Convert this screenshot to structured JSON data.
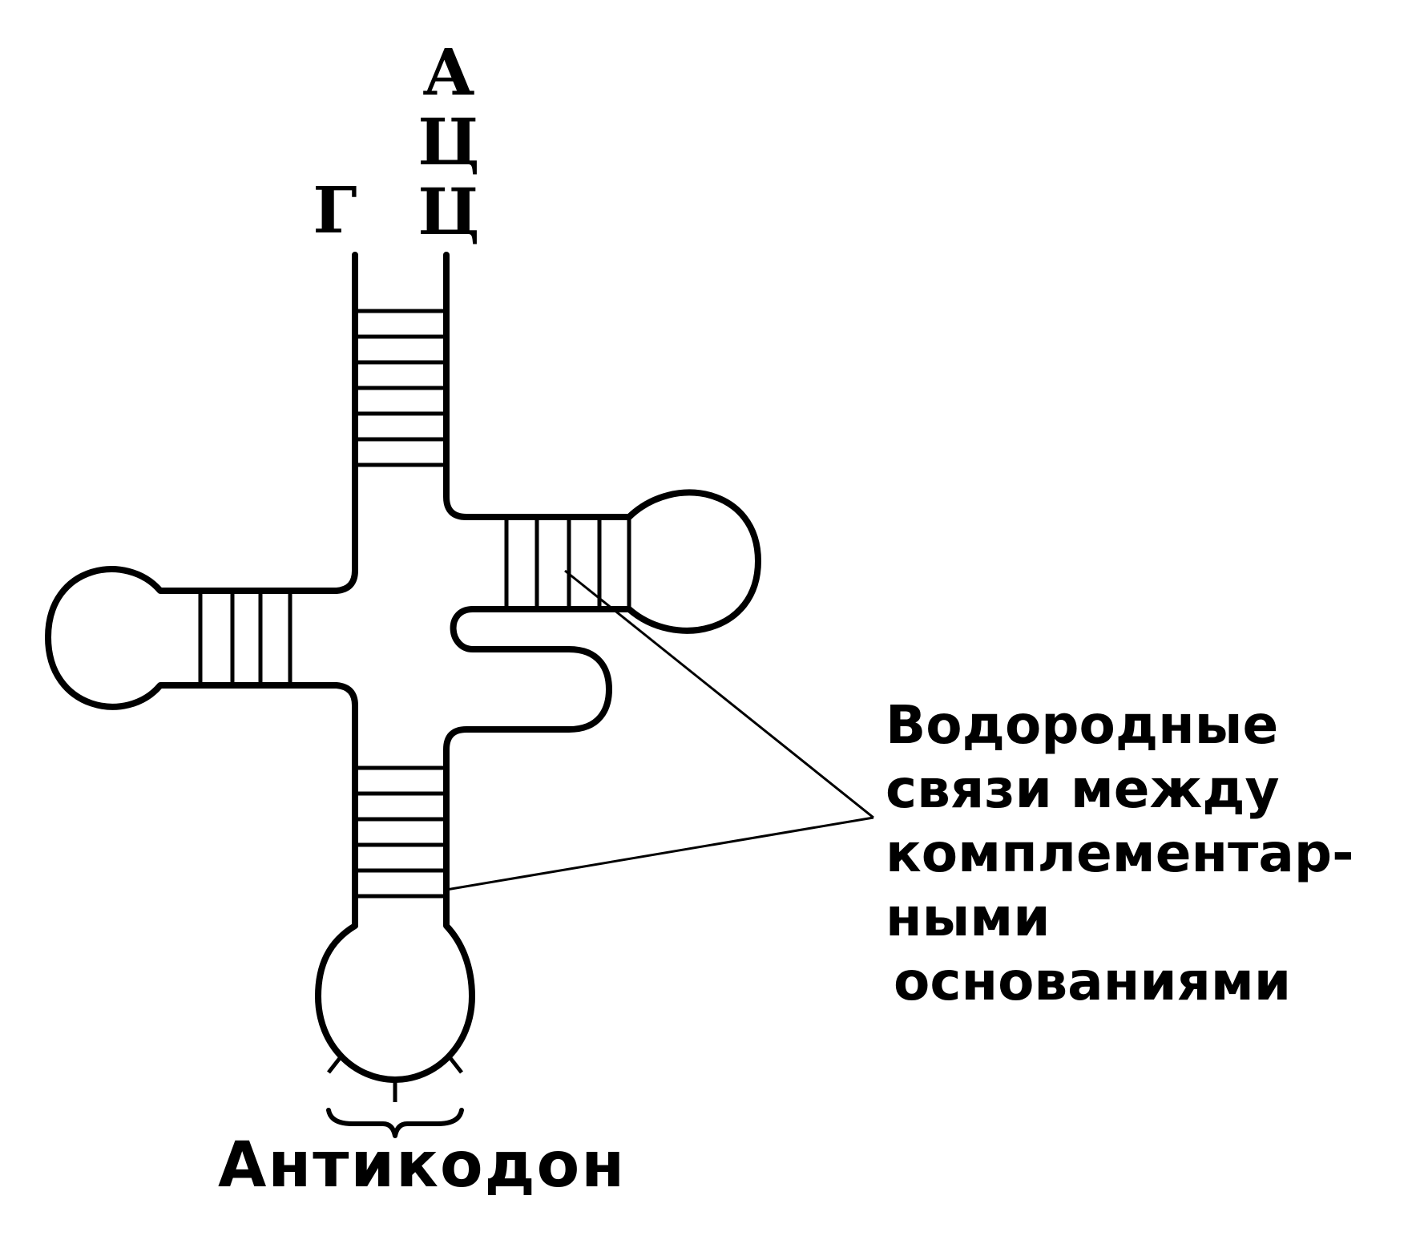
{
  "acceptor_end": {
    "five_prime": "Г",
    "three_prime": [
      "А",
      "Ц",
      "Ц"
    ]
  },
  "legend": {
    "lines": [
      "Водородные",
      "связи между",
      "комплементар-",
      "ными",
      "основаниями"
    ]
  },
  "anticodon": {
    "label": "Антикодон"
  }
}
